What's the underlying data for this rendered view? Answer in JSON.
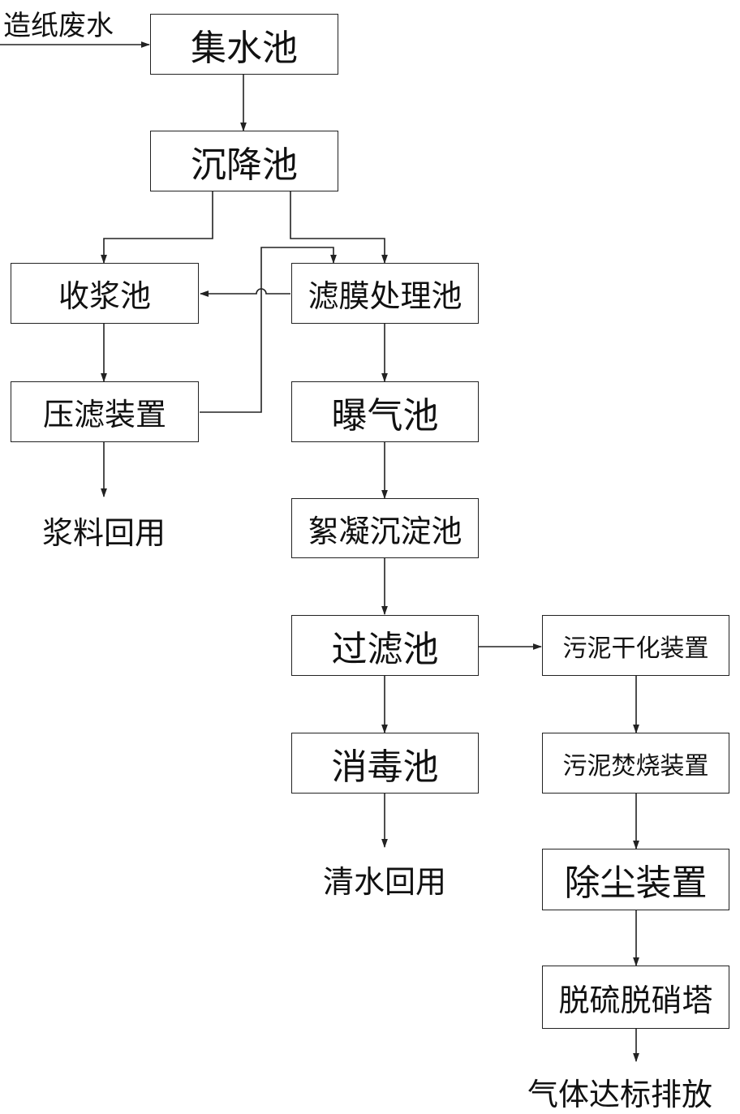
{
  "input_label": "造纸废水",
  "boxes": {
    "collect_tank": "集水池",
    "settling_tank": "沉降池",
    "pulp_tank": "收浆池",
    "membrane_tank": "滤膜处理池",
    "filter_press": "压滤装置",
    "aeration_tank": "曝气池",
    "flocculation_tank": "絮凝沉淀池",
    "filter_tank": "过滤池",
    "sludge_dryer": "污泥干化装置",
    "disinfection_tank": "消毒池",
    "sludge_incinerator": "污泥焚烧装置",
    "dust_remover": "除尘装置",
    "desulfurization_tower": "脱硫脱硝塔"
  },
  "outputs": {
    "pulp_reuse": "浆料回用",
    "water_reuse": "清水回用",
    "gas_emission": "气体达标排放"
  },
  "colors": {
    "line": "#222222",
    "text": "#111111",
    "background": "#ffffff"
  }
}
